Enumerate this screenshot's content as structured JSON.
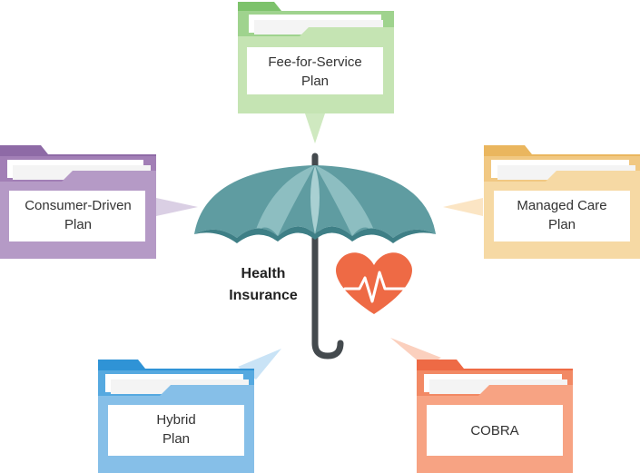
{
  "center": {
    "label_line1": "Health",
    "label_line2": "Insurance",
    "umbrella_icon": "umbrella-icon",
    "heart_icon": "heart-pulse-icon"
  },
  "plans": [
    {
      "id": "fee-for-service",
      "line1": "Fee-for-Service",
      "line2": "Plan",
      "icon": "folder-icon",
      "color": "#c5e4b3",
      "tab_color": "#7dc26b",
      "back_color": "#9fd38e"
    },
    {
      "id": "consumer-driven",
      "line1": "Consumer-Driven",
      "line2": "Plan",
      "icon": "folder-icon",
      "color": "#b59ac6",
      "tab_color": "#8e6aa6",
      "back_color": "#a27fb6"
    },
    {
      "id": "managed-care",
      "line1": "Managed Care",
      "line2": "Plan",
      "icon": "folder-icon",
      "color": "#f6d9a4",
      "tab_color": "#eab65e",
      "back_color": "#f1c882"
    },
    {
      "id": "hybrid",
      "line1": "Hybrid",
      "line2": "Plan",
      "icon": "folder-icon",
      "color": "#86bfe8",
      "tab_color": "#2f93d6",
      "back_color": "#56a9e0"
    },
    {
      "id": "cobra",
      "line1": "COBRA",
      "line2": "",
      "icon": "folder-icon",
      "color": "#f7a383",
      "tab_color": "#ee6a45",
      "back_color": "#f28964"
    }
  ]
}
